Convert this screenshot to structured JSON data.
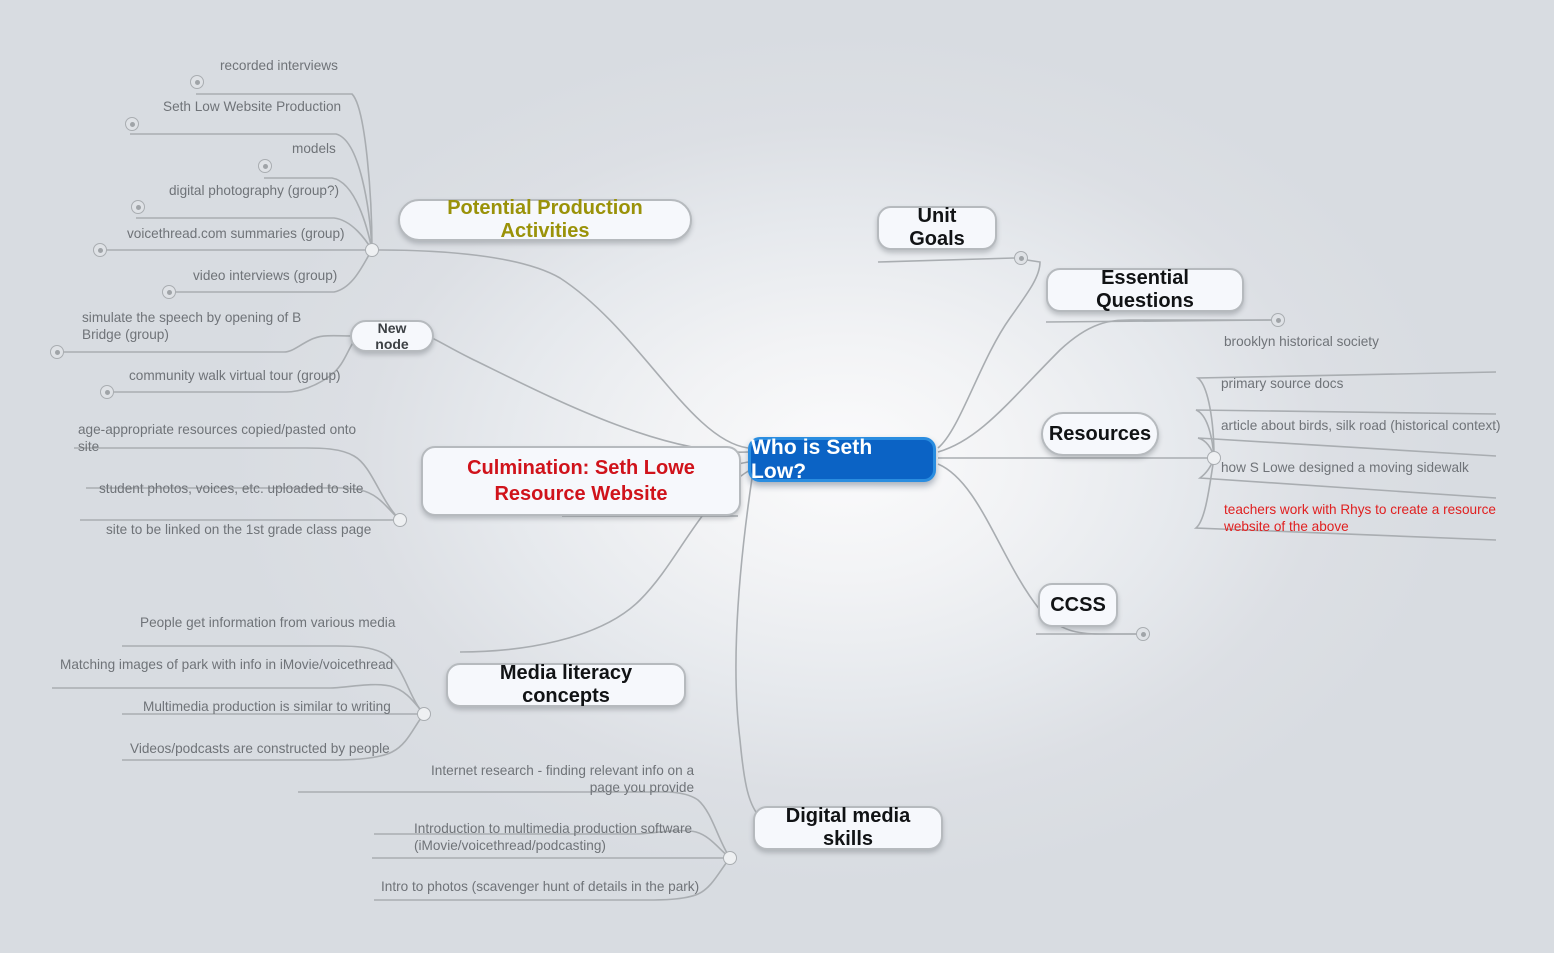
{
  "app": {
    "type": "mind-map",
    "background_color": "#d8dce1"
  },
  "center": {
    "label": "Who is Seth Low?",
    "fill": "#0b63c5",
    "text_color": "#ffffff"
  },
  "branches": {
    "potential_production_activities": {
      "label": "Potential Production Activities",
      "text_color": "#9a9209",
      "children": [
        "recorded interviews",
        "Seth Low Website Production",
        "models",
        "digital photography (group?)",
        "voicethread.com summaries (group)",
        "video interviews (group)"
      ]
    },
    "new_node": {
      "label": "New node",
      "children": [
        "simulate the speech by opening of B Bridge (group)",
        "community walk virtual tour (group)"
      ]
    },
    "culmination": {
      "label": "Culmination: Seth Lowe Resource Website",
      "text_color": "#d0131b",
      "children": [
        "age-appropriate resources copied/pasted onto site",
        "student photos, voices, etc. uploaded to site",
        "site to be linked on the 1st grade class page"
      ]
    },
    "media_literacy_concepts": {
      "label": "Media literacy concepts",
      "children": [
        "People get information from various media",
        "Matching images of park with info in iMovie/voicethread",
        "Multimedia production is similar to writing",
        "Videos/podcasts are constructed by people"
      ]
    },
    "digital_media_skills": {
      "label": "Digital media skills",
      "children": [
        "Internet research - finding relevant info on a page you provide",
        "Introduction to multimedia production software (iMovie/voicethread/podcasting)",
        "Intro to photos (scavenger hunt of details in the park)"
      ]
    },
    "unit_goals": {
      "label": "Unit Goals",
      "collapsed": "true",
      "children": []
    },
    "essential_questions": {
      "label": "Essential Questions",
      "collapsed": "true",
      "children": []
    },
    "resources": {
      "label": "Resources",
      "children": [
        "brooklyn historical society",
        "primary source docs",
        "article about birds, silk road (historical context)",
        "how S Lowe designed a moving sidewalk",
        "teachers work with Rhys to create a resource website of the above"
      ],
      "red_child_index": "4"
    },
    "ccss": {
      "label": "CCSS",
      "collapsed": "true",
      "children": []
    }
  }
}
